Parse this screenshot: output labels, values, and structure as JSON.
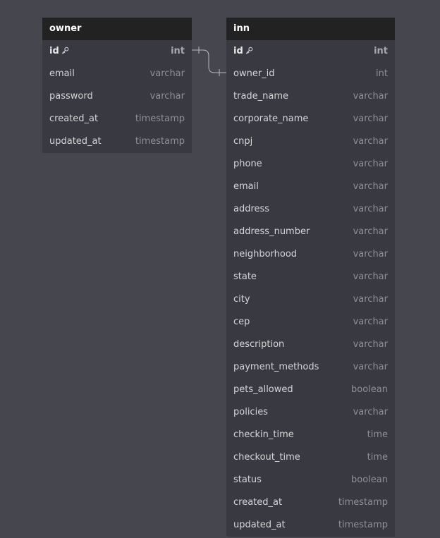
{
  "tables": [
    {
      "name": "owner",
      "columns": [
        {
          "name": "id",
          "type": "int",
          "pk": true
        },
        {
          "name": "email",
          "type": "varchar"
        },
        {
          "name": "password",
          "type": "varchar"
        },
        {
          "name": "created_at",
          "type": "timestamp"
        },
        {
          "name": "updated_at",
          "type": "timestamp"
        }
      ]
    },
    {
      "name": "inn",
      "columns": [
        {
          "name": "id",
          "type": "int",
          "pk": true
        },
        {
          "name": "owner_id",
          "type": "int"
        },
        {
          "name": "trade_name",
          "type": "varchar"
        },
        {
          "name": "corporate_name",
          "type": "varchar"
        },
        {
          "name": "cnpj",
          "type": "varchar"
        },
        {
          "name": "phone",
          "type": "varchar"
        },
        {
          "name": "email",
          "type": "varchar"
        },
        {
          "name": "address",
          "type": "varchar"
        },
        {
          "name": "address_number",
          "type": "varchar"
        },
        {
          "name": "neighborhood",
          "type": "varchar"
        },
        {
          "name": "state",
          "type": "varchar"
        },
        {
          "name": "city",
          "type": "varchar"
        },
        {
          "name": "cep",
          "type": "varchar"
        },
        {
          "name": "description",
          "type": "varchar"
        },
        {
          "name": "payment_methods",
          "type": "varchar"
        },
        {
          "name": "pets_allowed",
          "type": "boolean"
        },
        {
          "name": "policies",
          "type": "varchar"
        },
        {
          "name": "checkin_time",
          "type": "time"
        },
        {
          "name": "checkout_time",
          "type": "time"
        },
        {
          "name": "status",
          "type": "boolean"
        },
        {
          "name": "created_at",
          "type": "timestamp"
        },
        {
          "name": "updated_at",
          "type": "timestamp"
        }
      ]
    }
  ],
  "relationships": [
    {
      "from_table": "owner",
      "from_column": "id",
      "to_table": "inn",
      "to_column": "owner_id",
      "type": "one-to-one"
    }
  ],
  "colors": {
    "background": "#46464f",
    "table_body": "#393941",
    "table_header": "#222222",
    "connector": "#b8b8bd"
  },
  "icons": {
    "primary_key": "key-icon"
  }
}
